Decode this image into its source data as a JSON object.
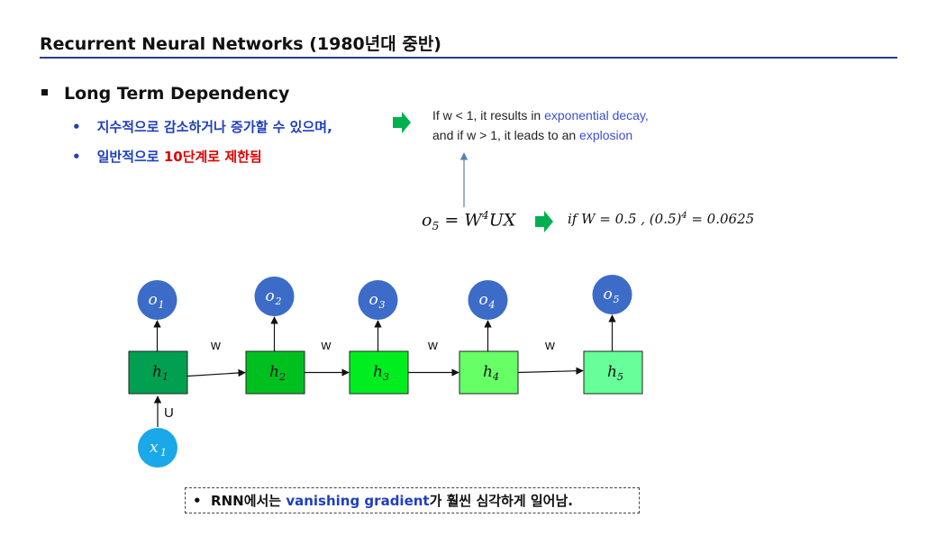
{
  "title": "Recurrent Neural Networks (1980년대 중반)",
  "bullet_main": "Long Term Dependency",
  "sub1": {
    "bullet": "•",
    "text": "지수적으로 감소하거나 증가할 수 있으며,"
  },
  "sub2": {
    "bullet": "•",
    "text_a": "일반적으로 ",
    "text_red": "10단계로 제한됨"
  },
  "note": {
    "line1_a": "If w < 1, it results in ",
    "line1_b": "exponential decay,",
    "line2_a": "and if w > 1, it leads to an ",
    "line2_b": "explosion"
  },
  "equation": {
    "lhs_o": "o",
    "lhs_sub": "5",
    "eq": " = W",
    "pow": "4",
    "ux": "UX",
    "rhs_a": "if W = 0.5 , (0.5)",
    "rhs_pow": "4",
    "rhs_b": " = 0.0625"
  },
  "diagram": {
    "outputs": [
      {
        "sym": "o",
        "sub": "1"
      },
      {
        "sym": "o",
        "sub": "2"
      },
      {
        "sym": "o",
        "sub": "3"
      },
      {
        "sym": "o",
        "sub": "4"
      },
      {
        "sym": "o",
        "sub": "5"
      }
    ],
    "hidden": [
      {
        "sym": "h",
        "sub": "1",
        "color": "#00a050"
      },
      {
        "sym": "h",
        "sub": "2",
        "color": "#00c020"
      },
      {
        "sym": "h",
        "sub": "3",
        "color": "#00ee20"
      },
      {
        "sym": "h",
        "sub": "4",
        "color": "#66ff66"
      },
      {
        "sym": "h",
        "sub": "5",
        "color": "#66ff99"
      }
    ],
    "weight_label": "w",
    "input_label": "U",
    "input": {
      "sym": "x",
      "sub": "1"
    }
  },
  "callout": {
    "bullet": "•",
    "text_a": "RNN에서는 ",
    "text_blue": "vanishing gradient",
    "text_b": "가 훨씬 심각하게 일어남."
  },
  "colors": {
    "output_node": "#3c6cc8",
    "input_node": "#1aa8e8",
    "arrow_green": "#00b050",
    "accent_blue": "#1f3fbf",
    "red": "#e00000"
  }
}
